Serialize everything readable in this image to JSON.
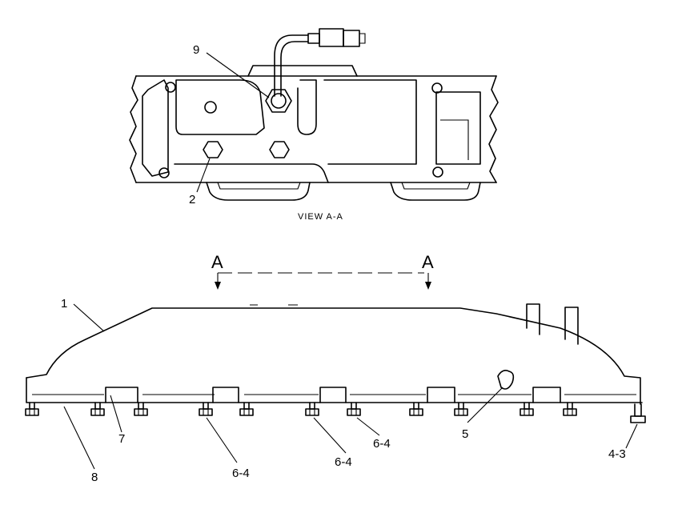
{
  "view_label": "VIEW A-A",
  "section_marks": [
    "A",
    "A"
  ],
  "callouts": {
    "c1": "1",
    "c2": "2",
    "c9": "9",
    "c7": "7",
    "c8": "8",
    "c5": "5",
    "c6a": "6-4",
    "c6b": "6-4",
    "c6c": "6-4",
    "c43": "4-3"
  }
}
